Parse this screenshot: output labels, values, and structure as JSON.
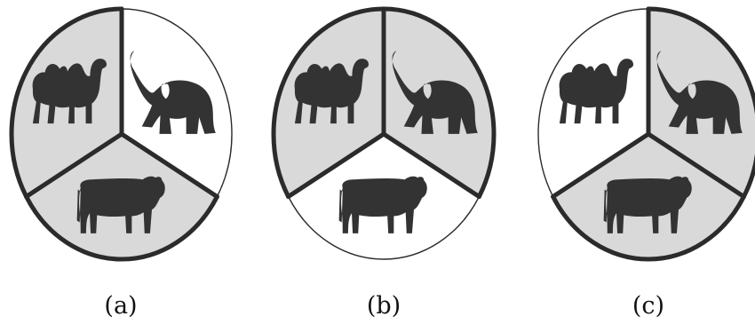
{
  "figure": {
    "colors": {
      "shaded_fill": "#d9d9d9",
      "unshaded_fill": "#ffffff",
      "outline": "#2b2b2b",
      "silhouette": "#333333"
    },
    "sector_animals": [
      "camel",
      "elephant",
      "cow"
    ],
    "panels": [
      {
        "label": "(a)",
        "shaded": {
          "camel": true,
          "elephant": false,
          "cow": true
        }
      },
      {
        "label": "(b)",
        "shaded": {
          "camel": true,
          "elephant": true,
          "cow": false
        }
      },
      {
        "label": "(c)",
        "shaded": {
          "camel": false,
          "elephant": true,
          "cow": true
        }
      }
    ]
  }
}
